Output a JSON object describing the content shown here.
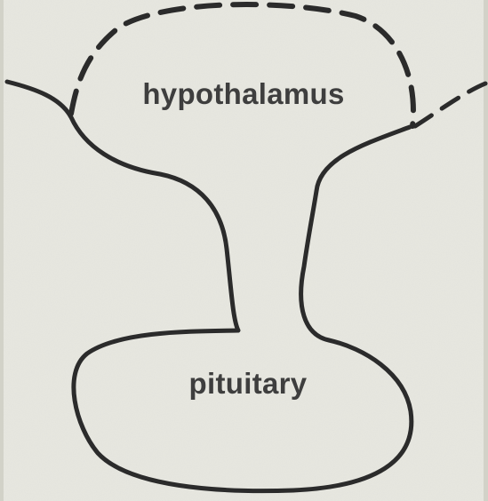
{
  "diagram": {
    "regions": [
      {
        "id": "hypothalamus",
        "label": "hypothalamus"
      },
      {
        "id": "pituitary",
        "label": "pituitary"
      }
    ]
  },
  "colors": {
    "paper": "#e8e8e1",
    "paper_edge": "#d2d2c8",
    "ink": "#2b2b2b",
    "label_ink": "#3e3e3e"
  }
}
